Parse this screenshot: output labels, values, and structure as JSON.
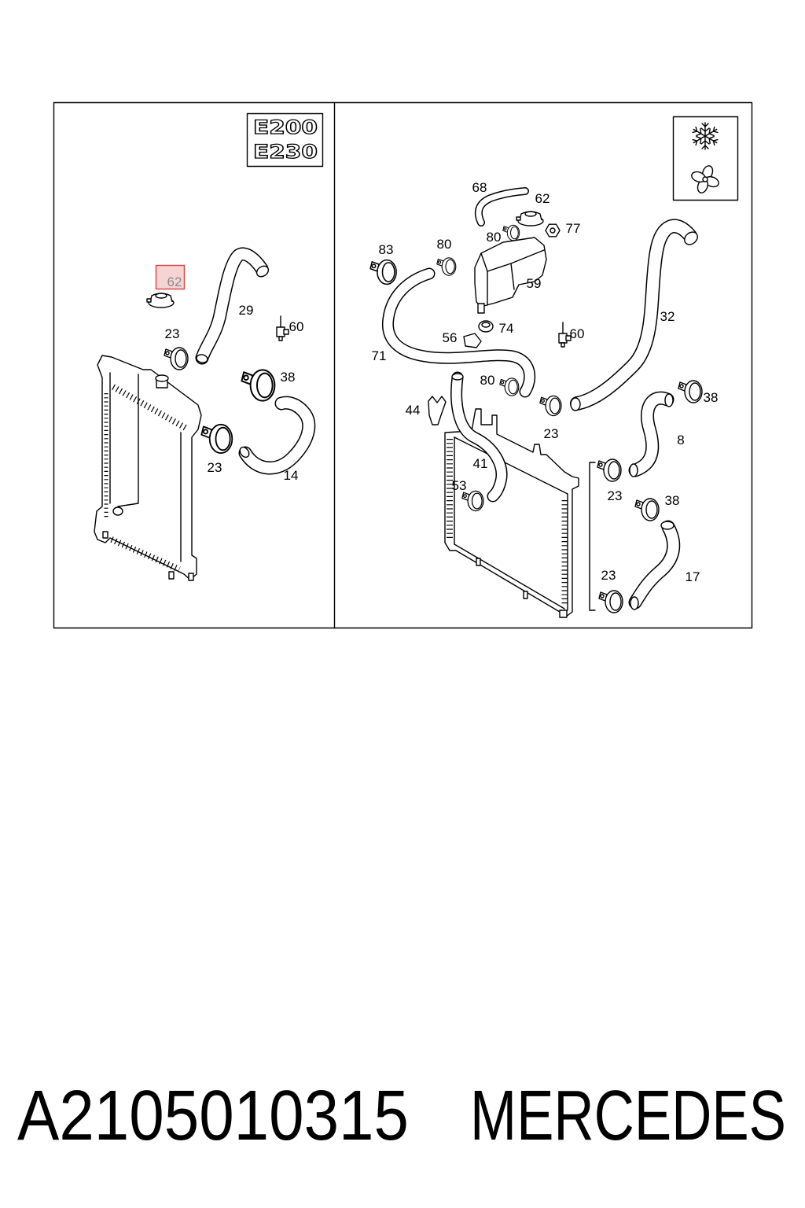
{
  "diagram": {
    "left_panel": {
      "model_badge": {
        "line1": "E200",
        "line2": "E230"
      },
      "highlighted_callout": "62",
      "callouts": [
        "29",
        "60",
        "23",
        "38",
        "23",
        "14"
      ]
    },
    "right_panel": {
      "badge_icons": [
        "snowflake-icon",
        "fan-icon"
      ],
      "callouts": [
        "68",
        "62",
        "77",
        "80",
        "83",
        "80",
        "59",
        "32",
        "74",
        "56",
        "60",
        "71",
        "80",
        "38",
        "44",
        "23",
        "8",
        "41",
        "53",
        "23",
        "38",
        "23",
        "17"
      ]
    }
  },
  "caption": {
    "part_number": "A2105010315",
    "brand": "MERCEDES"
  },
  "colors": {
    "line": "#000000",
    "background": "#ffffff",
    "highlight_border": "#d94a4a",
    "highlight_fill": "#f6d4d4",
    "highlight_text": "#8a8a8a"
  }
}
